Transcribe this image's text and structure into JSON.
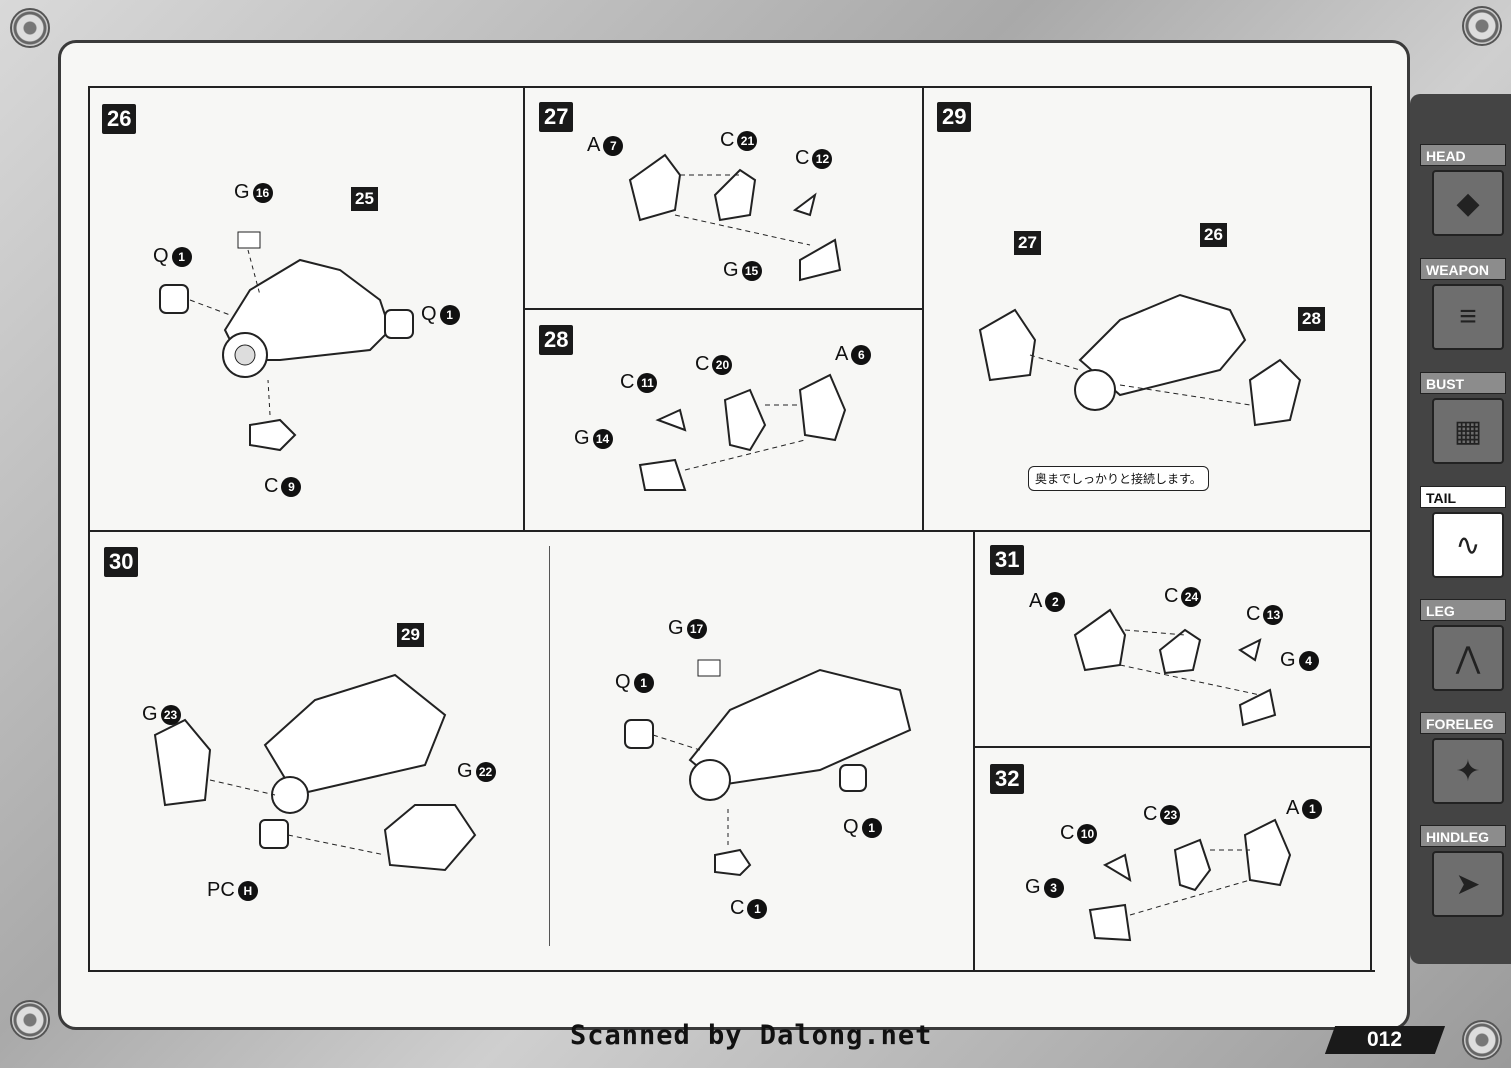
{
  "steps": {
    "s26": {
      "num": "26",
      "callouts": [
        {
          "letter": "G",
          "num": "16"
        },
        {
          "letter": "Q",
          "num": "1"
        },
        {
          "letter": "Q",
          "num": "1"
        },
        {
          "letter": "C",
          "num": "9"
        }
      ],
      "ref": "25"
    },
    "s27": {
      "num": "27",
      "callouts": [
        {
          "letter": "A",
          "num": "7"
        },
        {
          "letter": "C",
          "num": "21"
        },
        {
          "letter": "C",
          "num": "12"
        },
        {
          "letter": "G",
          "num": "15"
        }
      ]
    },
    "s28": {
      "num": "28",
      "callouts": [
        {
          "letter": "C",
          "num": "11"
        },
        {
          "letter": "C",
          "num": "20"
        },
        {
          "letter": "A",
          "num": "6"
        },
        {
          "letter": "G",
          "num": "14"
        }
      ]
    },
    "s29": {
      "num": "29",
      "refs": [
        "27",
        "26",
        "28"
      ],
      "note": "奥までしっかりと接続します。"
    },
    "s30": {
      "num": "30",
      "ref": "29",
      "callouts": [
        {
          "letter": "G",
          "num": "23"
        },
        {
          "letter": "G",
          "num": "22"
        },
        {
          "letter": "PC",
          "num": "H"
        },
        {
          "letter": "G",
          "num": "17"
        },
        {
          "letter": "Q",
          "num": "1"
        },
        {
          "letter": "Q",
          "num": "1"
        },
        {
          "letter": "C",
          "num": "1"
        }
      ]
    },
    "s31": {
      "num": "31",
      "callouts": [
        {
          "letter": "A",
          "num": "2"
        },
        {
          "letter": "C",
          "num": "24"
        },
        {
          "letter": "C",
          "num": "13"
        },
        {
          "letter": "G",
          "num": "4"
        }
      ]
    },
    "s32": {
      "num": "32",
      "callouts": [
        {
          "letter": "C",
          "num": "23"
        },
        {
          "letter": "A",
          "num": "1"
        },
        {
          "letter": "C",
          "num": "10"
        },
        {
          "letter": "G",
          "num": "3"
        }
      ]
    }
  },
  "sidebar": {
    "tabs": [
      {
        "label": "HEAD",
        "icon": "head-icon"
      },
      {
        "label": "WEAPON",
        "icon": "weapon-icon"
      },
      {
        "label": "BUST",
        "icon": "bust-icon"
      },
      {
        "label": "TAIL",
        "icon": "tail-icon",
        "active": true
      },
      {
        "label": "LEG",
        "icon": "leg-icon"
      },
      {
        "label": "FORELEG",
        "icon": "foreleg-icon"
      },
      {
        "label": "HINDLEG",
        "icon": "hindleg-icon"
      }
    ]
  },
  "footer": {
    "credit": "Scanned by Dalong.net",
    "page": "012"
  }
}
